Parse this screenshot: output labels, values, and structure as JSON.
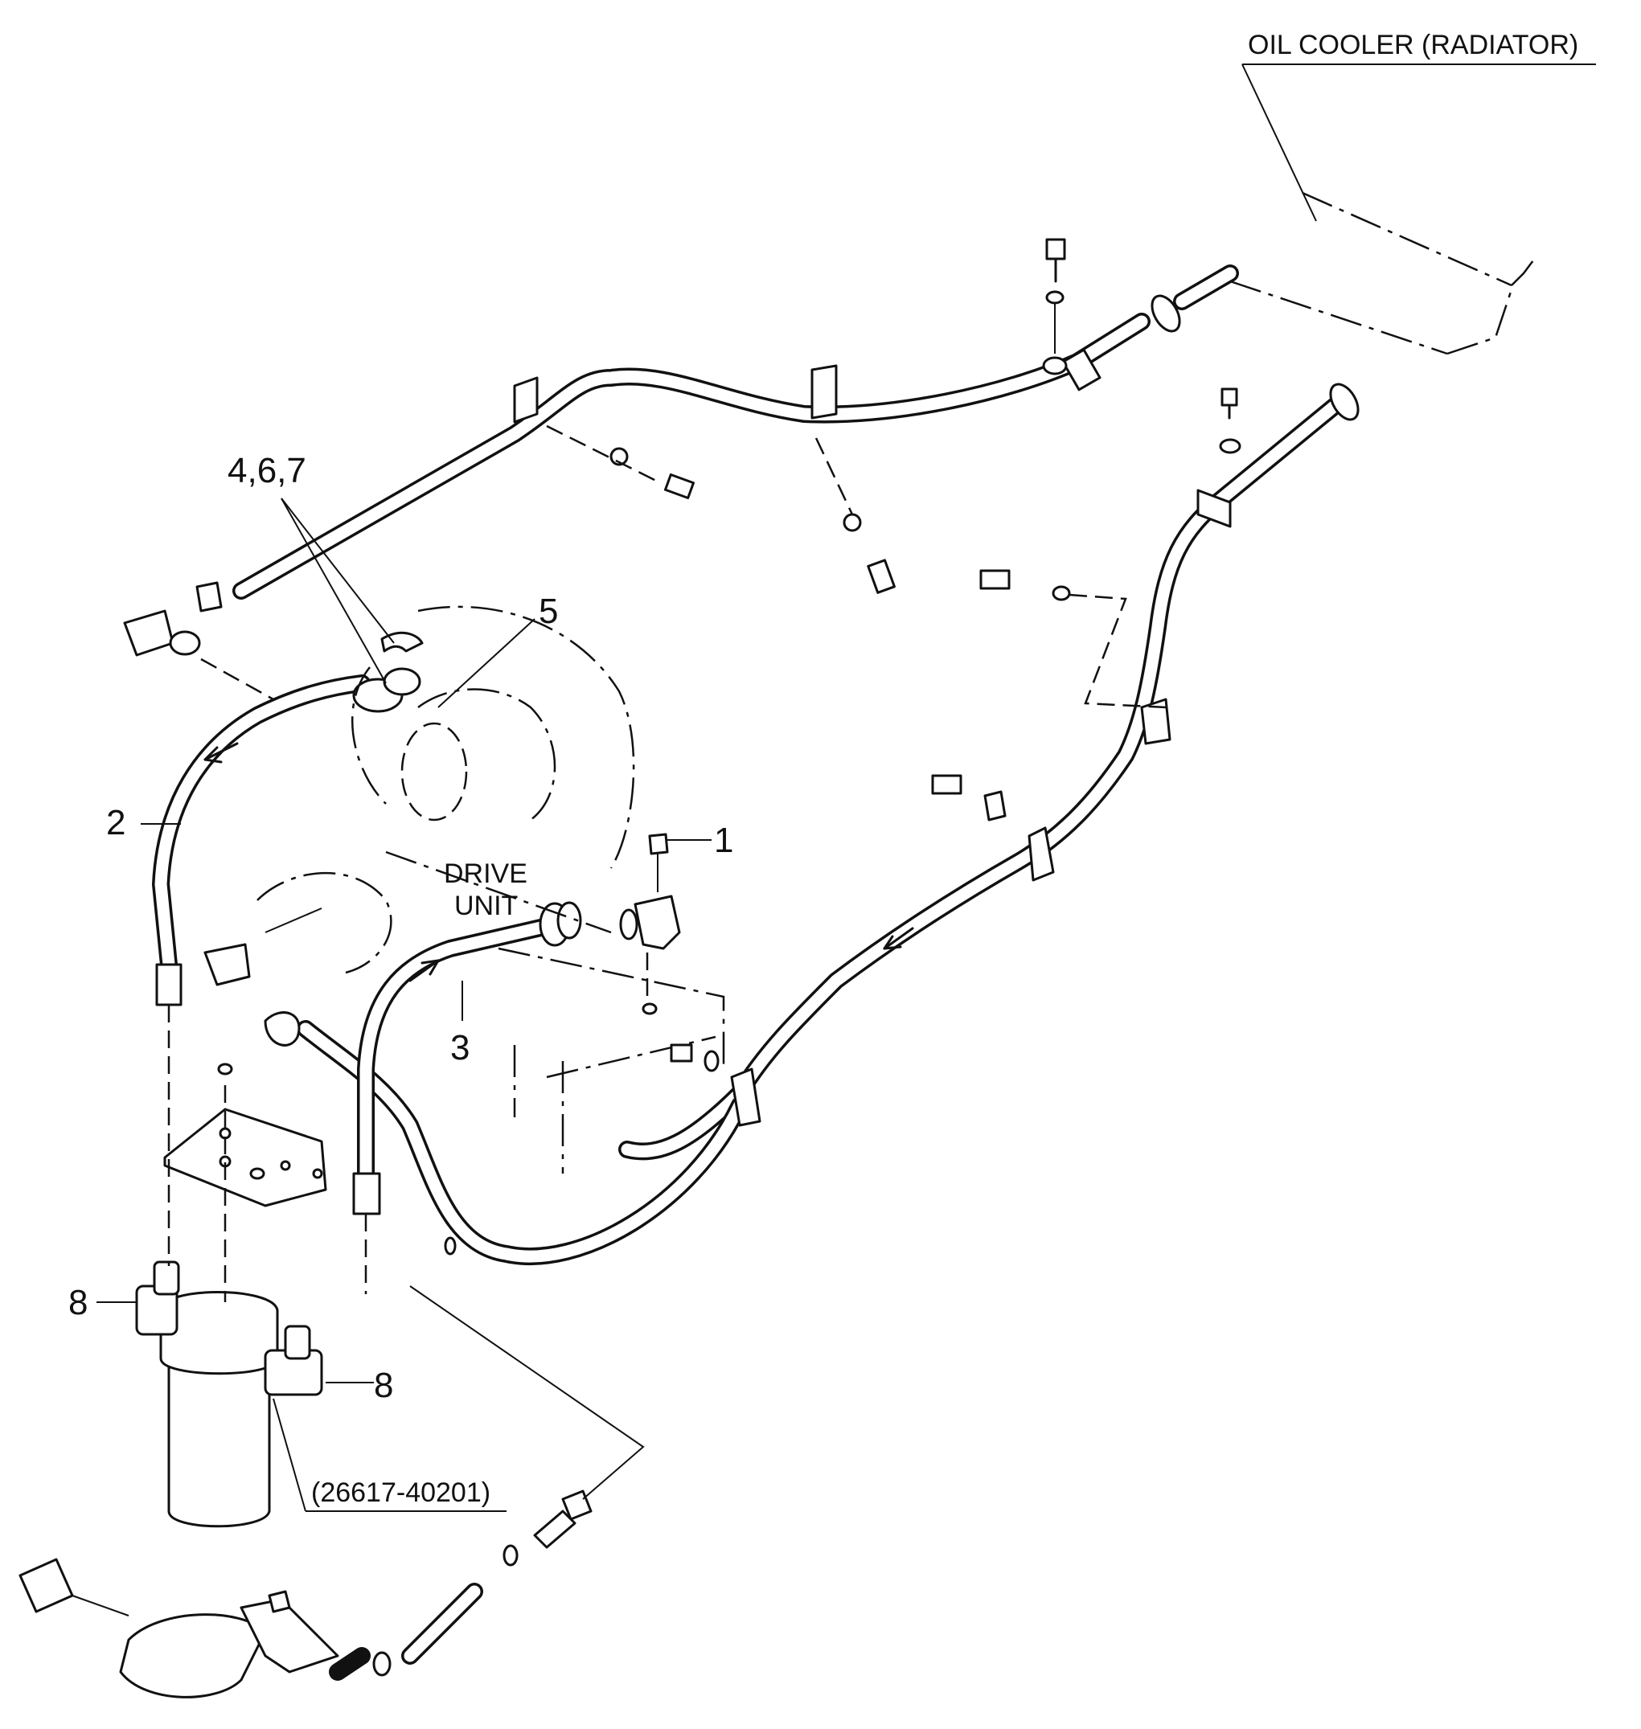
{
  "labels": {
    "oil_cooler": "OIL COOLER (RADIATOR)",
    "drive_unit_line1": "DRIVE",
    "drive_unit_line2": "UNIT",
    "callout_1": "1",
    "callout_2": "2",
    "callout_3": "3",
    "callout_467": "4,6,7",
    "callout_5": "5",
    "callout_8_left": "8",
    "callout_8_right": "8",
    "part_number": "(26617-40201)"
  }
}
